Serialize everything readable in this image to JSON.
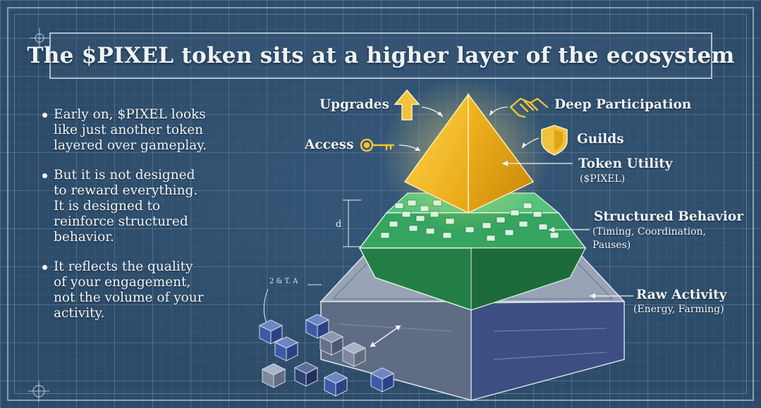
{
  "title": "The $PIXEL token sits at a higher layer of the ecosystem",
  "bullets": [
    {
      "lines": [
        "Early on, $PIXEL looks",
        "like just another token",
        "layered over gameplay."
      ]
    },
    {
      "lines": [
        "But it is not designed",
        "to reward everything.",
        "It is designed to",
        "reinforce structured",
        "behavior."
      ]
    },
    {
      "lines": [
        "It reflects the quality",
        "of your engagement,",
        "not the volume of your",
        "activity."
      ]
    }
  ],
  "pyramid": {
    "top": {
      "title": "Token Utility",
      "subtitle": "($PIXEL)",
      "color": "#f0b21c"
    },
    "middle": {
      "title": "Structured Behavior",
      "subtitle_lines": [
        "(Timing, Coordination,",
        "Pauses)"
      ],
      "color": "#2f9a58"
    },
    "bottom": {
      "title": "Raw Activity",
      "subtitle": "(Energy, Farming)",
      "color": "#4f5f80"
    }
  },
  "utilities": [
    {
      "label": "Upgrades",
      "icon": "arrow-up-icon"
    },
    {
      "label": "Deep Participation",
      "icon": "handshake-icon"
    },
    {
      "label": "Guilds",
      "icon": "shield-icon"
    },
    {
      "label": "Access",
      "icon": "key-icon"
    }
  ],
  "annotations": {
    "d_label": "d",
    "corner_label": "2 & T. A"
  }
}
